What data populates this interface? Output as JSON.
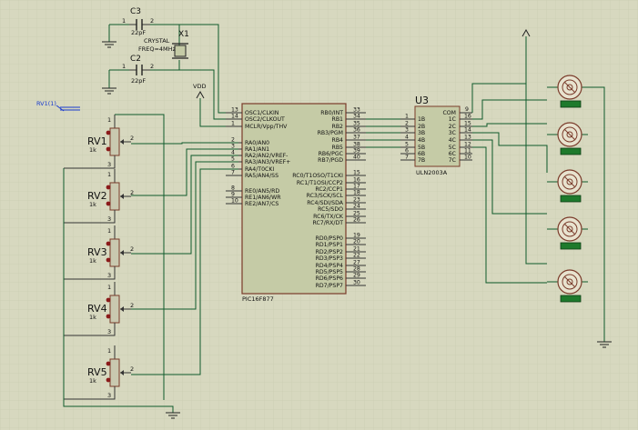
{
  "components": {
    "c3": {
      "name": "C3",
      "value": "22pF",
      "pin1": "1",
      "pin2": "2"
    },
    "c2": {
      "name": "C2",
      "value": "22pF",
      "pin1": "1",
      "pin2": "2"
    },
    "crystal": {
      "name": "X1",
      "type": "CRYSTAL",
      "freq": "FREQ=4MHz"
    },
    "vdd": {
      "label": "VDD"
    },
    "probe": {
      "label": "RV1(1)"
    },
    "pots": [
      {
        "name": "RV1",
        "value": "1k",
        "p1": "1",
        "p2": "2",
        "p3": "3"
      },
      {
        "name": "RV2",
        "value": "1k",
        "p1": "1",
        "p2": "2",
        "p3": "3"
      },
      {
        "name": "RV3",
        "value": "1k",
        "p1": "1",
        "p2": "2",
        "p3": "3"
      },
      {
        "name": "RV4",
        "value": "1k",
        "p1": "1",
        "p2": "2",
        "p3": "3"
      },
      {
        "name": "RV5",
        "value": "1k",
        "p1": "1",
        "p2": "2",
        "p3": "3"
      }
    ],
    "pic": {
      "name": "PIC16F877",
      "left_pins": [
        {
          "num": "13",
          "name": "OSC1/CLKIN"
        },
        {
          "num": "14",
          "name": "OSC2/CLKOUT"
        },
        {
          "num": "1",
          "name": "MCLR/Vpp/THV"
        },
        {
          "num": "2",
          "name": "RA0/AN0"
        },
        {
          "num": "3",
          "name": "RA1/AN1"
        },
        {
          "num": "4",
          "name": "RA2/AN2/VREF-"
        },
        {
          "num": "5",
          "name": "RA3/AN3/VREF+"
        },
        {
          "num": "6",
          "name": "RA4/T0CKI"
        },
        {
          "num": "7",
          "name": "RA5/AN4/SS"
        },
        {
          "num": "8",
          "name": "RE0/AN5/RD"
        },
        {
          "num": "9",
          "name": "RE1/AN6/WR"
        },
        {
          "num": "10",
          "name": "RE2/AN7/CS"
        }
      ],
      "right_pins": [
        {
          "num": "33",
          "name": "RB0/INT"
        },
        {
          "num": "34",
          "name": "RB1"
        },
        {
          "num": "35",
          "name": "RB2"
        },
        {
          "num": "36",
          "name": "RB3/PGM"
        },
        {
          "num": "37",
          "name": "RB4"
        },
        {
          "num": "38",
          "name": "RB5"
        },
        {
          "num": "39",
          "name": "RB6/PGC"
        },
        {
          "num": "40",
          "name": "RB7/PGD"
        },
        {
          "num": "15",
          "name": "RC0/T1OSO/T1CKI"
        },
        {
          "num": "16",
          "name": "RC1/T1OSI/CCP2"
        },
        {
          "num": "17",
          "name": "RC2/CCP1"
        },
        {
          "num": "18",
          "name": "RC3/SCK/SCL"
        },
        {
          "num": "23",
          "name": "RC4/SDI/SDA"
        },
        {
          "num": "24",
          "name": "RC5/SDO"
        },
        {
          "num": "25",
          "name": "RC6/TX/CK"
        },
        {
          "num": "26",
          "name": "RC7/RX/DT"
        },
        {
          "num": "19",
          "name": "RD0/PSP0"
        },
        {
          "num": "20",
          "name": "RD1/PSP1"
        },
        {
          "num": "21",
          "name": "RD2/PSP2"
        },
        {
          "num": "22",
          "name": "RD3/PSP3"
        },
        {
          "num": "27",
          "name": "RD4/PSP4"
        },
        {
          "num": "28",
          "name": "RD5/PSP5"
        },
        {
          "num": "29",
          "name": "RD6/PSP6"
        },
        {
          "num": "30",
          "name": "RD7/PSP7"
        }
      ]
    },
    "uln": {
      "ref": "U3",
      "name": "ULN2003A",
      "com_label": "COM",
      "com_pin": "9",
      "inputs": [
        {
          "num": "1",
          "name": "1B"
        },
        {
          "num": "2",
          "name": "2B"
        },
        {
          "num": "3",
          "name": "3B"
        },
        {
          "num": "4",
          "name": "4B"
        },
        {
          "num": "5",
          "name": "5B"
        },
        {
          "num": "6",
          "name": "6B"
        },
        {
          "num": "7",
          "name": "7B"
        }
      ],
      "outputs": [
        {
          "num": "16",
          "name": "1C"
        },
        {
          "num": "15",
          "name": "2C"
        },
        {
          "num": "14",
          "name": "3C"
        },
        {
          "num": "13",
          "name": "4C"
        },
        {
          "num": "12",
          "name": "5C"
        },
        {
          "num": "11",
          "name": "6C"
        },
        {
          "num": "10",
          "name": "7C"
        }
      ]
    },
    "motors": [
      {
        "id": "M1",
        "value": ""
      },
      {
        "id": "M2",
        "value": ""
      },
      {
        "id": "M3",
        "value": ""
      },
      {
        "id": "M4",
        "value": ""
      },
      {
        "id": "M5",
        "value": ""
      }
    ]
  },
  "colors": {
    "background": "#d7d8bf",
    "wire": "#0f5a2b",
    "ic_fill": "#c5cba6",
    "ic_border": "#7a3b2a",
    "motor_badge": "#1e7a2c"
  }
}
